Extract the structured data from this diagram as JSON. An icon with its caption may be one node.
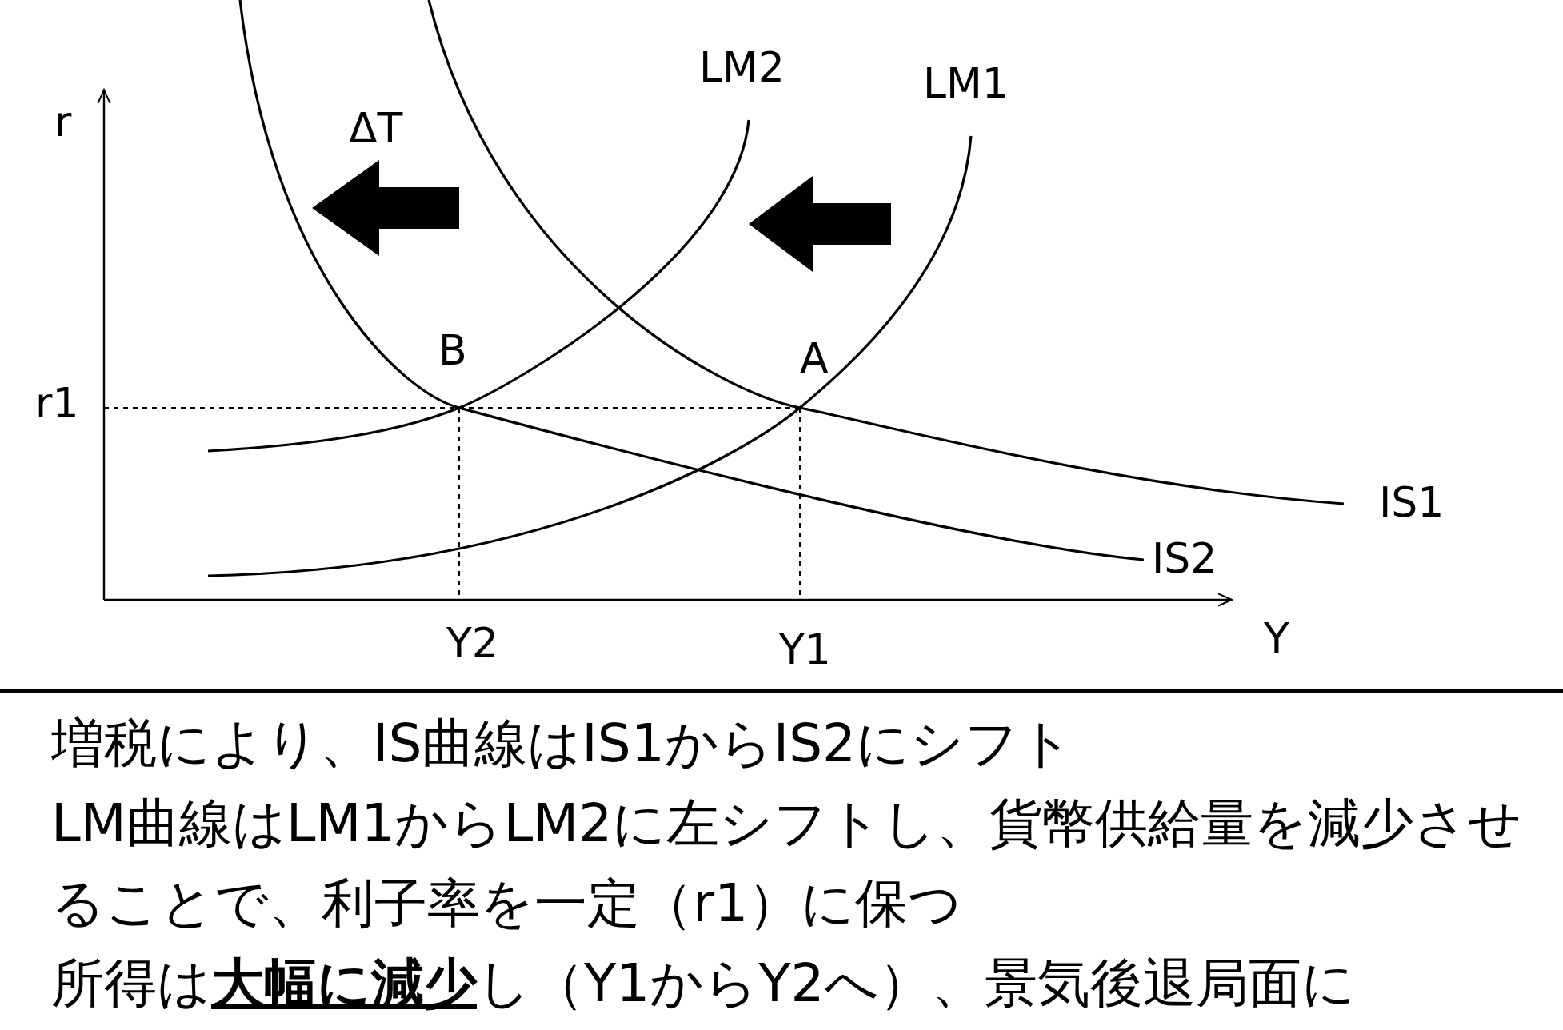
{
  "diagram": {
    "labels": [
      "r",
      "ΔT",
      "LM2",
      "LM1",
      "B",
      "A",
      "r1",
      "IS1",
      "IS2",
      "Y2",
      "Y1",
      "Y",
      "増税により、IS曲線はIS1からIS2にシフト",
      "LM曲線はLM1からLM2に左シフトし、貨幣供給量を減少させることで、利子率を一定（r1）に保つ",
      "所得は**大幅に減少**し（Y1からY2へ）、景気後退局面に"
    ]
  }
}
